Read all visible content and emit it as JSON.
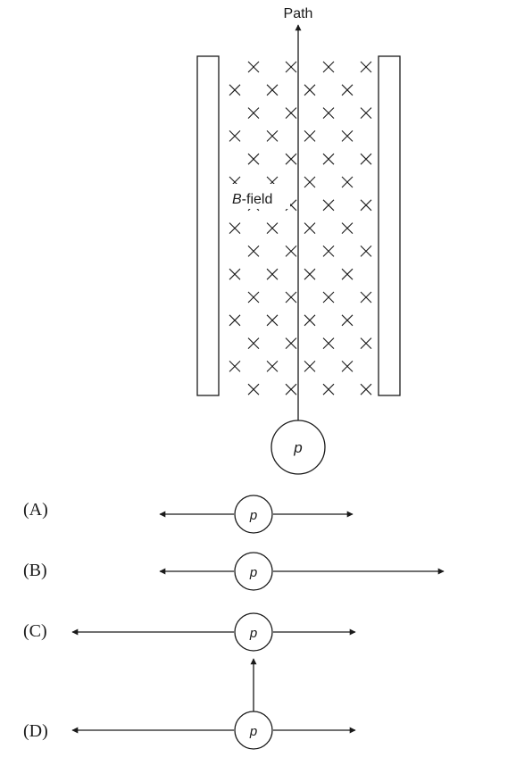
{
  "diagram": {
    "path_label": "Path",
    "field_label_italic": "B",
    "field_label_rest": "-field",
    "particle_label": "p"
  },
  "options": [
    {
      "label": "(A)",
      "particle": "p"
    },
    {
      "label": "(B)",
      "particle": "p"
    },
    {
      "label": "(C)",
      "particle": "p"
    },
    {
      "label": "(D)",
      "particle": "p"
    }
  ]
}
